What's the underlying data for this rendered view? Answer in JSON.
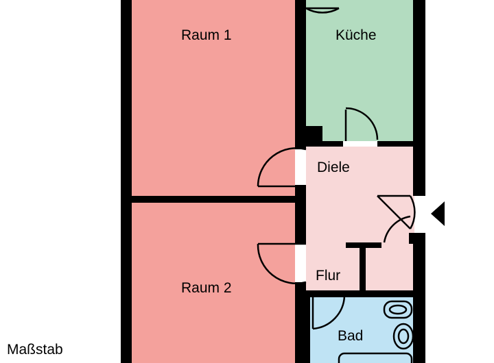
{
  "rooms": {
    "raum1": {
      "label": "Raum 1",
      "color": "#f4a19c"
    },
    "raum2": {
      "label": "Raum 2",
      "color": "#f4a19c"
    },
    "kueche": {
      "label": "Küche",
      "color": "#b3dcc0"
    },
    "diele": {
      "label": "Diele",
      "color": "#f8d8d8"
    },
    "flur": {
      "label": "Flur",
      "color": "#f8d8d8"
    },
    "bad": {
      "label": "Bad",
      "color": "#bfe3f4"
    }
  },
  "scale": {
    "label": "Maßstab"
  },
  "colors": {
    "wall": "#000000",
    "background": "#ffffff"
  },
  "icons": {
    "entrance": "entrance-arrow-icon",
    "toilet": "toilet-icon",
    "sink": "sink-icon",
    "bathtub": "bathtub-icon"
  }
}
